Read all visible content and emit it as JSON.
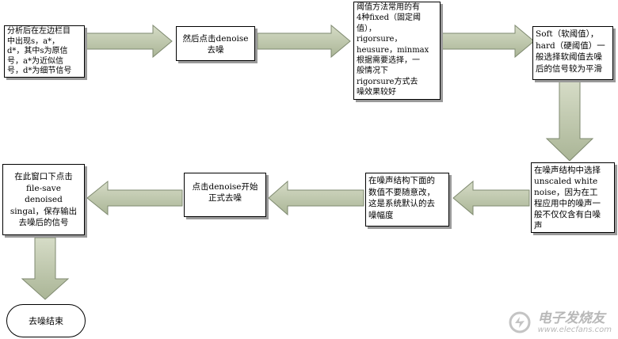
{
  "steps": {
    "s1": "分析后在左边栏目\n中出现s，a*，\nd*，其中s为原信\n号，a*为近似信\n号，d*为细节信号",
    "s2": "然后点击denoise\n去噪",
    "s3": "阈值方法常用的有\n4种fixed（固定阈\n值），\nrigorsure，\nheusure，minmax\n根据需要选择，一\n般情况下\nrigorsure方式去\n噪效果较好",
    "s4": "Soft（软阈值），\nhard（硬阈值）一\n般选择软阈值去噪\n后的信号较为平滑",
    "s5": "在噪声结构中选择\nunscaled white\nnoise，因为在工\n程应用中的噪声一\n般不仅仅含有白噪\n声",
    "s6": "在噪声结构下面的\n数值不要随意改，\n这是系统默认的去\n噪幅度",
    "s7": "点击denoise开始\n正式去噪",
    "s8": "在此窗口下点击\nfile-save\ndenoised\nsingal，保存输出\n去噪后的信号",
    "end": "去噪结束"
  },
  "watermark": {
    "line1": "电子发烧友",
    "line2": "www.elecfans.com"
  }
}
